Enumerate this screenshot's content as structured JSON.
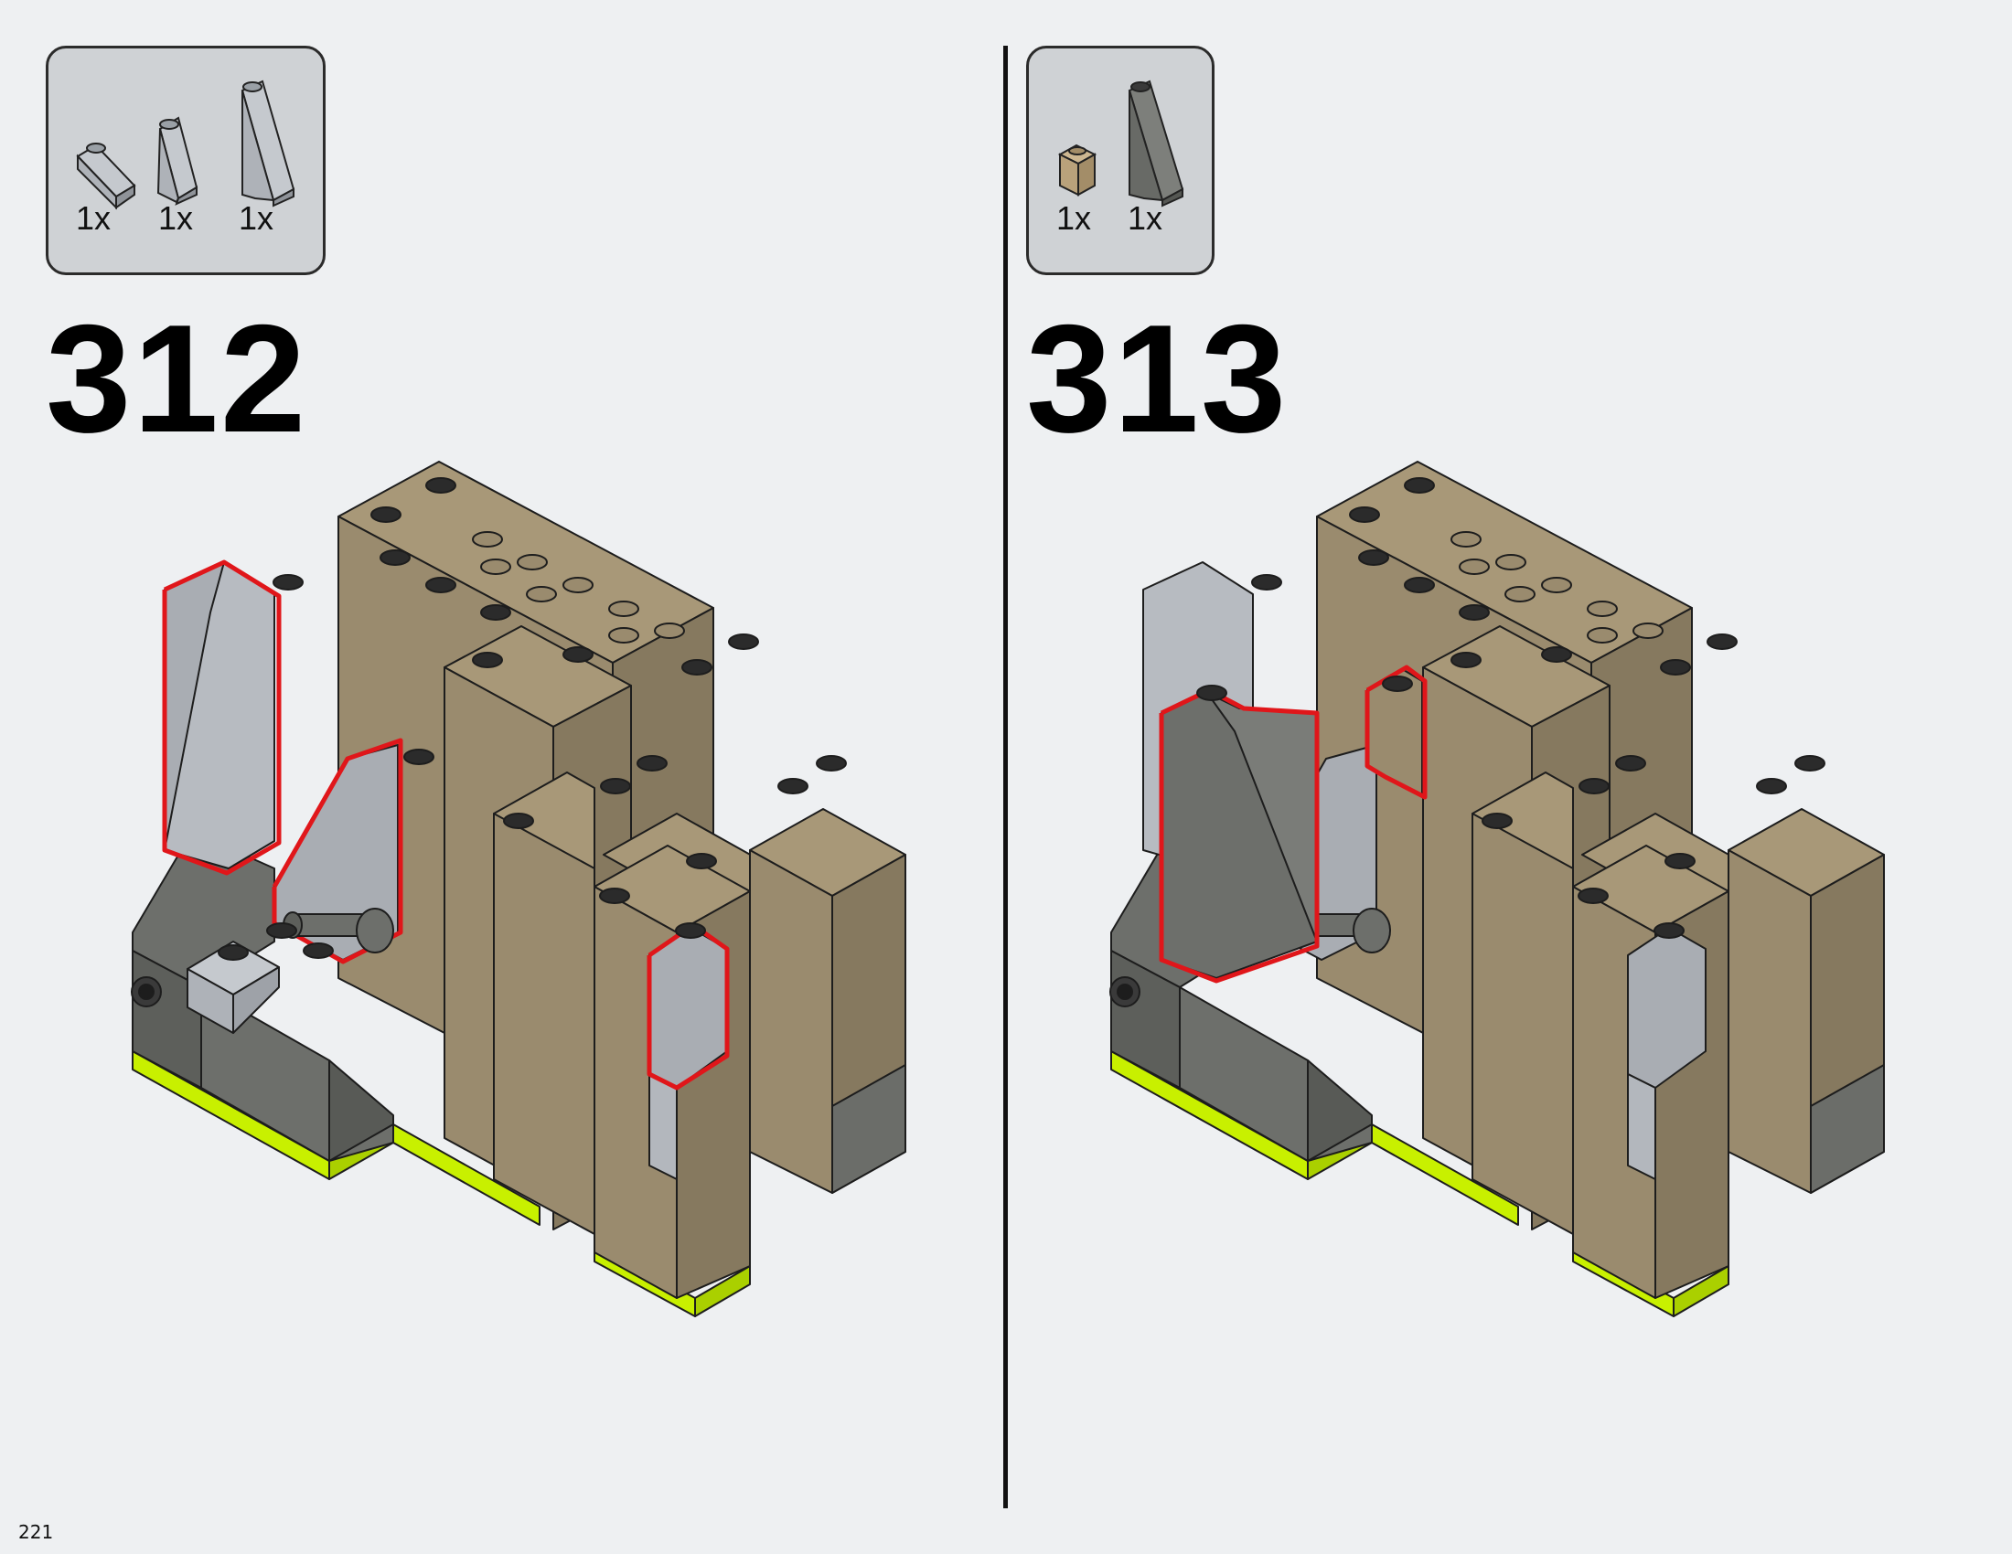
{
  "steps": [
    {
      "number": "312",
      "parts": [
        {
          "qty": "1x",
          "icon": "slope-1x2-light-gray-icon",
          "color": "#b4b8be"
        },
        {
          "qty": "1x",
          "icon": "slope-1x2x2-light-gray-icon",
          "color": "#b4b8be"
        },
        {
          "qty": "1x",
          "icon": "slope-1x2x3-light-gray-icon",
          "color": "#b4b8be"
        }
      ]
    },
    {
      "number": "313",
      "parts": [
        {
          "qty": "1x",
          "icon": "brick-1x1-tan-icon",
          "color": "#b9a27b"
        },
        {
          "qty": "1x",
          "icon": "slope-1x2x3-dark-gray-icon",
          "color": "#6b6d69"
        }
      ]
    }
  ],
  "page_number": "221",
  "colors": {
    "tan": "#9a8b6e",
    "tan_light": "#ab9b7c",
    "light_gray": "#a9adb3",
    "dark_gray": "#686a66",
    "lime": "#c8f000",
    "highlight": "#e0161a"
  }
}
